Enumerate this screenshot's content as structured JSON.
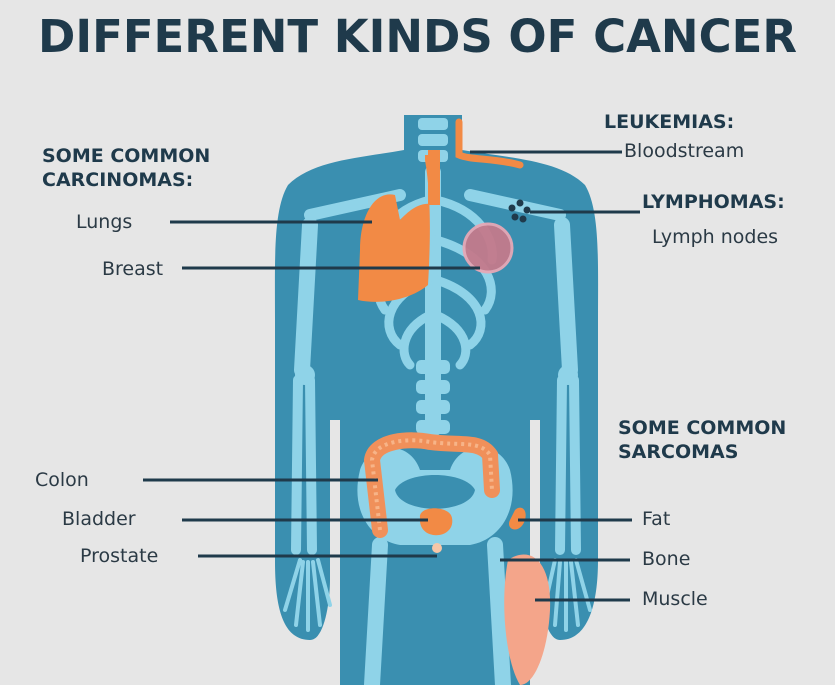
{
  "title": "DIFFERENT KINDS OF CANCER",
  "groups": {
    "carcinomas": {
      "heading": [
        "SOME COMMON",
        "CARCINOMAS:"
      ],
      "items": [
        "Lungs",
        "Breast",
        "Colon",
        "Bladder",
        "Prostate"
      ]
    },
    "leukemias": {
      "heading": "LEUKEMIAS:",
      "items": [
        "Bloodstream"
      ]
    },
    "lymphomas": {
      "heading": "LYMPHOMAS:",
      "items": [
        "Lymph nodes"
      ]
    },
    "sarcomas": {
      "heading": [
        "SOME COMMON",
        "SARCOMAS"
      ],
      "items": [
        "Fat",
        "Bone",
        "Muscle"
      ]
    }
  },
  "colors": {
    "background": "#e6e6e6",
    "body_silhouette": "#3a8fb0",
    "skeleton": "#8fd3e8",
    "lung": "#f28a45",
    "breast_tumor": "#c47a8c",
    "colon": "#f0905a",
    "muscle": "#f4a58a",
    "text_dark": "#1f3a4b"
  }
}
